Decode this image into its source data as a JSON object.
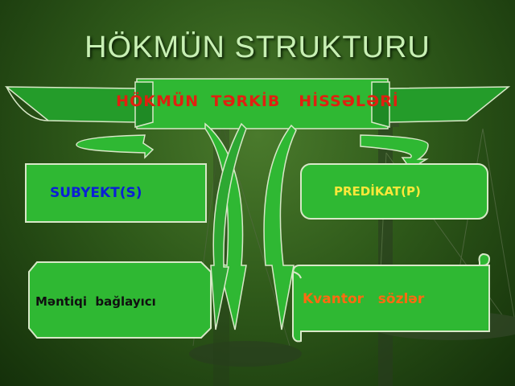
{
  "slide": {
    "title": "HÖKMÜN  STRUKTURU",
    "banner": "HÖKMÜN  TƏRKİB   HİSSƏLƏRİ"
  },
  "boxes": {
    "subject": "SUBYEKT(S)",
    "predicate": "PREDİKAT(P)",
    "connective": "Məntiqi  bağlayıcı",
    "quantifier": "Kvantor   sözlər"
  },
  "colors": {
    "box_fill": "#2fb833",
    "title_text": "#c8f0b4",
    "banner_text": "#e02010",
    "subject_text": "#0a1fd6",
    "predicate_text": "#ffe83a",
    "connective_text": "#101010",
    "quantifier_text": "#ff6a10"
  }
}
